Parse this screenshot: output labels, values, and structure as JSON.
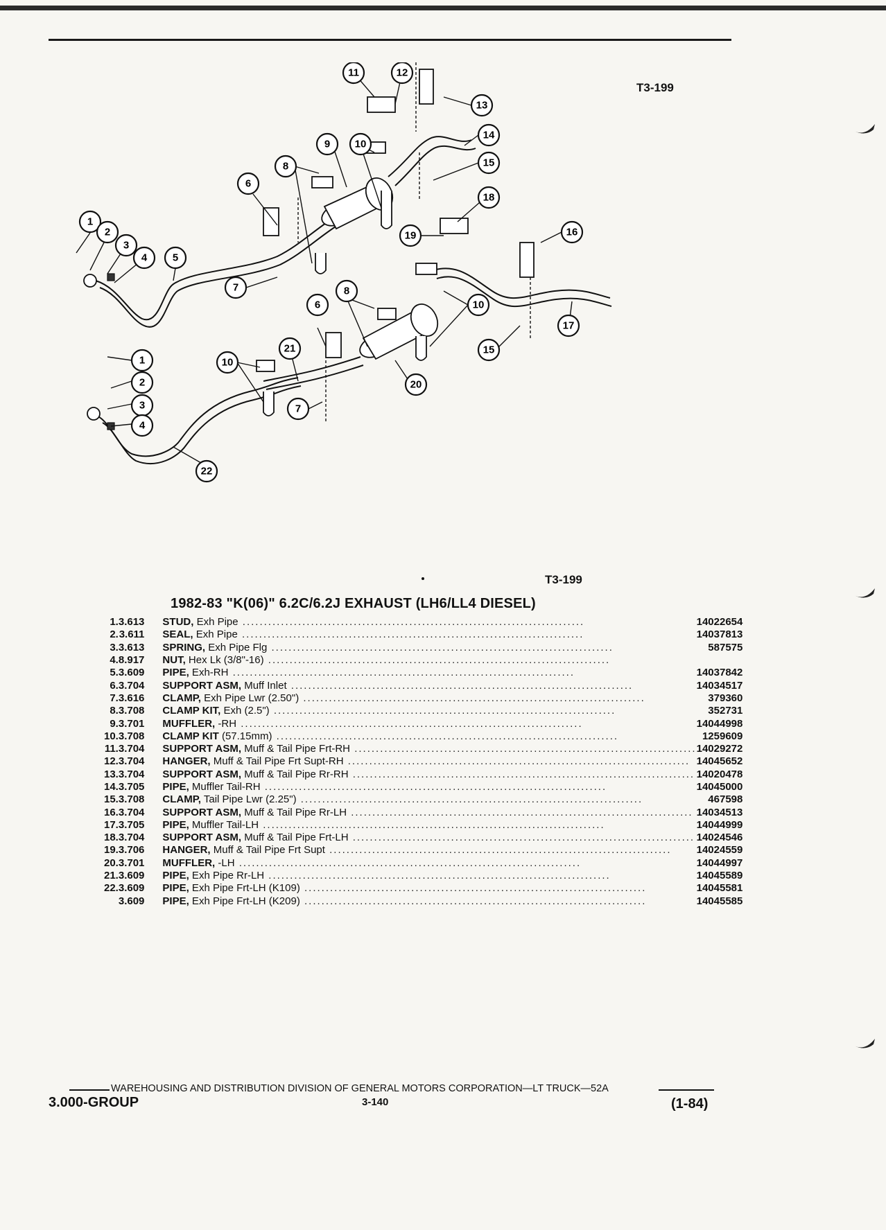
{
  "figure": {
    "code_top": "T3-199",
    "code_bottom": "T3-199",
    "callouts": [
      "1",
      "2",
      "3",
      "4",
      "5",
      "6",
      "7",
      "8",
      "9",
      "10",
      "11",
      "12",
      "13",
      "14",
      "15",
      "16",
      "17",
      "18",
      "19",
      "20",
      "21",
      "22"
    ]
  },
  "title": "1982-83 \"K(06)\" 6.2C/6.2J EXHAUST (LH6/LL4 DIESEL)",
  "parts": [
    {
      "num": "1.",
      "group": "3.613",
      "name": "STUD,",
      "detail": " Exh Pipe",
      "part": "14022654"
    },
    {
      "num": "2.",
      "group": "3.611",
      "name": "SEAL,",
      "detail": " Exh Pipe",
      "part": "14037813"
    },
    {
      "num": "3.",
      "group": "3.613",
      "name": "SPRING,",
      "detail": " Exh Pipe Flg",
      "part": "587575"
    },
    {
      "num": "4.",
      "group": "8.917",
      "name": "NUT,",
      "detail": " Hex Lk (3/8\"-16)",
      "part": ""
    },
    {
      "num": "5.",
      "group": "3.609",
      "name": "PIPE,",
      "detail": " Exh-RH",
      "part": "14037842"
    },
    {
      "num": "6.",
      "group": "3.704",
      "name": "SUPPORT ASM,",
      "detail": " Muff Inlet",
      "part": "14034517"
    },
    {
      "num": "7.",
      "group": "3.616",
      "name": "CLAMP,",
      "detail": " Exh Pipe Lwr (2.50\")",
      "part": "379360"
    },
    {
      "num": "8.",
      "group": "3.708",
      "name": "CLAMP KIT,",
      "detail": " Exh (2.5\")",
      "part": "352731"
    },
    {
      "num": "9.",
      "group": "3.701",
      "name": "MUFFLER,",
      "detail": " -RH",
      "part": "14044998"
    },
    {
      "num": "10.",
      "group": "3.708",
      "name": "CLAMP KIT",
      "detail": " (57.15mm)",
      "part": "1259609"
    },
    {
      "num": "11.",
      "group": "3.704",
      "name": "SUPPORT ASM,",
      "detail": " Muff & Tail Pipe Frt-RH",
      "part": "14029272"
    },
    {
      "num": "12.",
      "group": "3.704",
      "name": "HANGER,",
      "detail": " Muff & Tail Pipe Frt Supt-RH",
      "part": "14045652"
    },
    {
      "num": "13.",
      "group": "3.704",
      "name": "SUPPORT ASM,",
      "detail": " Muff & Tail Pipe Rr-RH",
      "part": "14020478"
    },
    {
      "num": "14.",
      "group": "3.705",
      "name": "PIPE,",
      "detail": " Muffler Tail-RH",
      "part": "14045000"
    },
    {
      "num": "15.",
      "group": "3.708",
      "name": "CLAMP,",
      "detail": " Tail Pipe Lwr (2.25\")",
      "part": "467598"
    },
    {
      "num": "16.",
      "group": "3.704",
      "name": "SUPPORT ASM,",
      "detail": " Muff & Tail Pipe Rr-LH",
      "part": "14034513"
    },
    {
      "num": "17.",
      "group": "3.705",
      "name": "PIPE,",
      "detail": " Muffler Tail-LH",
      "part": "14044999"
    },
    {
      "num": "18.",
      "group": "3.704",
      "name": "SUPPORT ASM,",
      "detail": " Muff & Tail Pipe Frt-LH",
      "part": "14024546"
    },
    {
      "num": "19.",
      "group": "3.706",
      "name": "HANGER,",
      "detail": " Muff & Tail Pipe Frt Supt",
      "part": "14024559"
    },
    {
      "num": "20.",
      "group": "3.701",
      "name": "MUFFLER,",
      "detail": " -LH",
      "part": "14044997"
    },
    {
      "num": "21.",
      "group": "3.609",
      "name": "PIPE,",
      "detail": " Exh Pipe Rr-LH",
      "part": "14045589"
    },
    {
      "num": "22.",
      "group": "3.609",
      "name": "PIPE,",
      "detail": " Exh Pipe Frt-LH (K109)",
      "part": "14045581"
    },
    {
      "num": "",
      "group": "3.609",
      "name": "PIPE,",
      "detail": " Exh Pipe Frt-LH (K209)",
      "part": "14045585"
    }
  ],
  "footer": {
    "division": "WAREHOUSING AND DISTRIBUTION  DIVISION OF GENERAL MOTORS CORPORATION—LT TRUCK—52A",
    "group": "3.000-GROUP",
    "page": "3-140",
    "date": "(1-84)"
  }
}
